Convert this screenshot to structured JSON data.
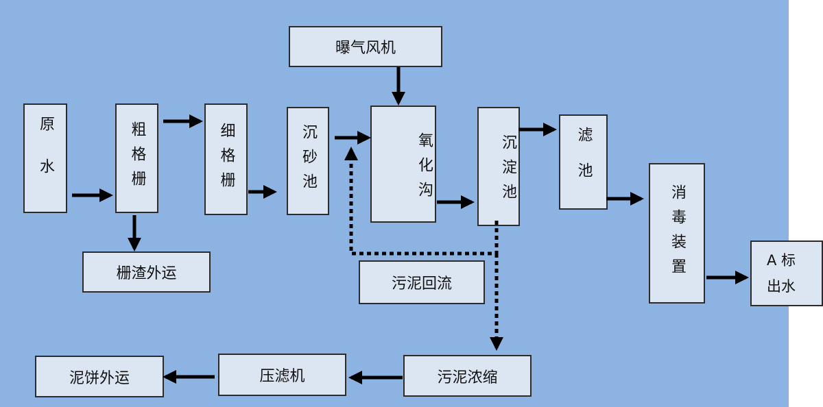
{
  "nodes": {
    "raw_water": "原水",
    "coarse_screen": "粗格栅",
    "fine_screen": "细格栅",
    "grit_chamber": "沉砂池",
    "oxidation_ditch": "氧化沟",
    "sedimentation_tank": "沉淀池",
    "filter_tank": "滤池",
    "disinfection": "消毒装置",
    "effluent": "A 标出水",
    "aeration_blower": "曝气风机",
    "screenings_out": "栅渣外运",
    "sludge_return": "污泥回流",
    "sludge_thickening": "污泥浓缩",
    "filter_press": "压滤机",
    "sludge_cake_out": "泥饼外运"
  },
  "colors": {
    "background": "#8DB3E2",
    "box_fill": "#DCE6F2",
    "line": "#000000"
  }
}
